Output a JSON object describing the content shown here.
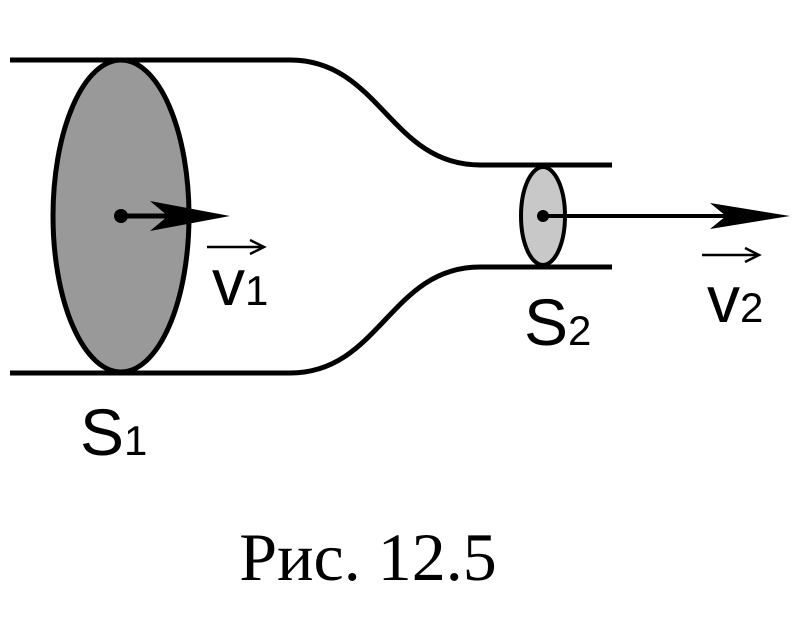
{
  "caption": "Рис. 12.5",
  "labels": {
    "s1_main": "S",
    "s1_sub": "1",
    "s2_main": "S",
    "s2_sub": "2",
    "v1_main": "v",
    "v1_sub": "1",
    "v2_main": "v",
    "v2_sub": "2"
  },
  "colors": {
    "stroke": "#000000",
    "s1_fill": "#999999",
    "s2_fill": "#c8c8c8"
  }
}
